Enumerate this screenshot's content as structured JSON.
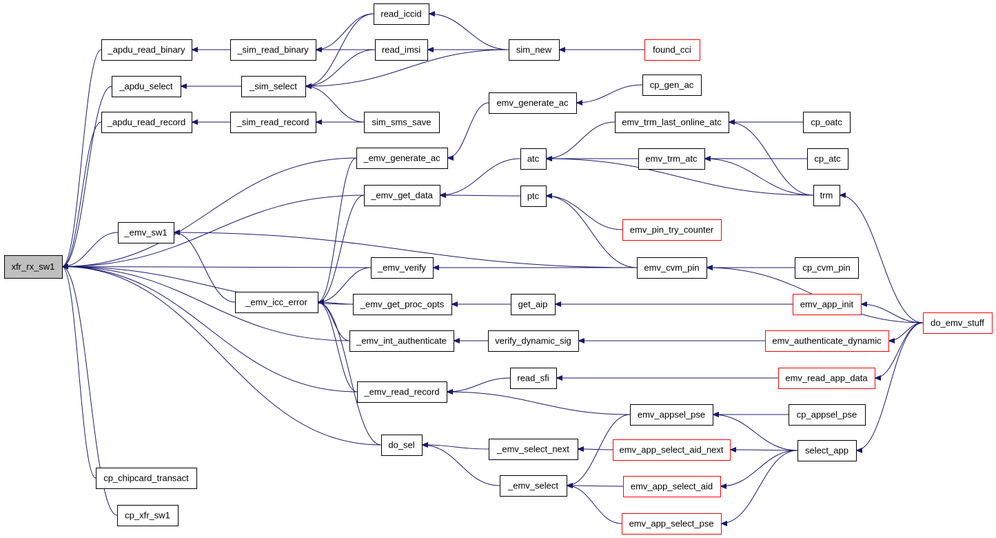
{
  "colors": {
    "edge": "#191970",
    "node_border": "#000000",
    "node_border_external": "#ff0000",
    "root_fill": "#bfbfbf",
    "node_fill": "#ffffff"
  },
  "nodes": {
    "xfr_rx_sw1": {
      "label": "xfr_rx_sw1",
      "kind": "root"
    },
    "_apdu_read_binary": {
      "label": "_apdu_read_binary",
      "kind": "normal"
    },
    "_apdu_select": {
      "label": "_apdu_select",
      "kind": "normal"
    },
    "_apdu_read_record": {
      "label": "_apdu_read_record",
      "kind": "normal"
    },
    "_emv_sw1": {
      "label": "_emv_sw1",
      "kind": "normal"
    },
    "cp_chipcard_transact": {
      "label": "cp_chipcard_transact",
      "kind": "normal"
    },
    "cp_xfr_sw1": {
      "label": "cp_xfr_sw1",
      "kind": "normal"
    },
    "_sim_read_binary": {
      "label": "_sim_read_binary",
      "kind": "normal"
    },
    "_sim_select": {
      "label": "_sim_select",
      "kind": "normal"
    },
    "_sim_read_record": {
      "label": "_sim_read_record",
      "kind": "normal"
    },
    "_emv_icc_error": {
      "label": "_emv_icc_error",
      "kind": "normal"
    },
    "read_iccid": {
      "label": "read_iccid",
      "kind": "normal"
    },
    "read_imsi": {
      "label": "read_imsi",
      "kind": "normal"
    },
    "sim_sms_save": {
      "label": "sim_sms_save",
      "kind": "normal"
    },
    "_emv_generate_ac": {
      "label": "_emv_generate_ac",
      "kind": "normal"
    },
    "_emv_get_data": {
      "label": "_emv_get_data",
      "kind": "normal"
    },
    "_emv_verify": {
      "label": "_emv_verify",
      "kind": "normal"
    },
    "_emv_get_proc_opts": {
      "label": "_emv_get_proc_opts",
      "kind": "normal"
    },
    "_emv_int_authenticate": {
      "label": "_emv_int_authenticate",
      "kind": "normal"
    },
    "_emv_read_record": {
      "label": "_emv_read_record",
      "kind": "normal"
    },
    "do_sel": {
      "label": "do_sel",
      "kind": "normal"
    },
    "emv_generate_ac": {
      "label": "emv_generate_ac",
      "kind": "normal"
    },
    "sim_new": {
      "label": "sim_new",
      "kind": "normal"
    },
    "atc": {
      "label": "atc",
      "kind": "normal"
    },
    "ptc": {
      "label": "ptc",
      "kind": "normal"
    },
    "get_aip": {
      "label": "get_aip",
      "kind": "normal"
    },
    "verify_dynamic_sig": {
      "label": "verify_dynamic_sig",
      "kind": "normal"
    },
    "read_sfi": {
      "label": "read_sfi",
      "kind": "normal"
    },
    "_emv_select_next": {
      "label": "_emv_select_next",
      "kind": "normal"
    },
    "_emv_select": {
      "label": "_emv_select",
      "kind": "normal"
    },
    "found_cci": {
      "label": "found_cci",
      "kind": "external"
    },
    "cp_gen_ac": {
      "label": "cp_gen_ac",
      "kind": "normal"
    },
    "emv_trm_last_online_atc": {
      "label": "emv_trm_last_online_atc",
      "kind": "normal"
    },
    "emv_trm_atc": {
      "label": "emv_trm_atc",
      "kind": "normal"
    },
    "emv_pin_try_counter": {
      "label": "emv_pin_try_counter",
      "kind": "external"
    },
    "emv_cvm_pin": {
      "label": "emv_cvm_pin",
      "kind": "normal"
    },
    "emv_app_init": {
      "label": "emv_app_init",
      "kind": "external"
    },
    "emv_authenticate_dynamic": {
      "label": "emv_authenticate_dynamic",
      "kind": "external"
    },
    "emv_read_app_data": {
      "label": "emv_read_app_data",
      "kind": "external"
    },
    "emv_appsel_pse": {
      "label": "emv_appsel_pse",
      "kind": "normal"
    },
    "emv_app_select_aid_next": {
      "label": "emv_app_select_aid_next",
      "kind": "external"
    },
    "emv_app_select_aid": {
      "label": "emv_app_select_aid",
      "kind": "external"
    },
    "emv_app_select_pse": {
      "label": "emv_app_select_pse",
      "kind": "external"
    },
    "cp_oatc": {
      "label": "cp_oatc",
      "kind": "normal"
    },
    "cp_atc": {
      "label": "cp_atc",
      "kind": "normal"
    },
    "trm": {
      "label": "trm",
      "kind": "normal"
    },
    "cp_cvm_pin": {
      "label": "cp_cvm_pin",
      "kind": "normal"
    },
    "cp_appsel_pse": {
      "label": "cp_appsel_pse",
      "kind": "normal"
    },
    "select_app": {
      "label": "select_app",
      "kind": "normal"
    },
    "do_emv_stuff": {
      "label": "do_emv_stuff",
      "kind": "external"
    }
  },
  "edges": [
    [
      "_apdu_read_binary",
      "xfr_rx_sw1"
    ],
    [
      "_apdu_select",
      "xfr_rx_sw1"
    ],
    [
      "_apdu_read_record",
      "xfr_rx_sw1"
    ],
    [
      "_emv_generate_ac",
      "xfr_rx_sw1"
    ],
    [
      "_emv_get_data",
      "xfr_rx_sw1"
    ],
    [
      "_emv_sw1",
      "xfr_rx_sw1"
    ],
    [
      "_emv_verify",
      "xfr_rx_sw1"
    ],
    [
      "_emv_get_proc_opts",
      "xfr_rx_sw1"
    ],
    [
      "_emv_int_authenticate",
      "xfr_rx_sw1"
    ],
    [
      "_emv_read_record",
      "xfr_rx_sw1"
    ],
    [
      "do_sel",
      "xfr_rx_sw1"
    ],
    [
      "cp_chipcard_transact",
      "xfr_rx_sw1"
    ],
    [
      "cp_xfr_sw1",
      "xfr_rx_sw1"
    ],
    [
      "_sim_read_binary",
      "_apdu_read_binary"
    ],
    [
      "_sim_select",
      "_apdu_select"
    ],
    [
      "_sim_read_record",
      "_apdu_read_record"
    ],
    [
      "read_iccid",
      "_sim_read_binary"
    ],
    [
      "read_imsi",
      "_sim_read_binary"
    ],
    [
      "read_iccid",
      "_sim_select"
    ],
    [
      "read_imsi",
      "_sim_select"
    ],
    [
      "sim_new",
      "_sim_select"
    ],
    [
      "sim_sms_save",
      "_sim_select"
    ],
    [
      "sim_sms_save",
      "_sim_read_record"
    ],
    [
      "sim_new",
      "read_iccid"
    ],
    [
      "sim_new",
      "read_imsi"
    ],
    [
      "found_cci",
      "sim_new"
    ],
    [
      "_emv_icc_error",
      "_emv_sw1"
    ],
    [
      "emv_cvm_pin",
      "_emv_sw1"
    ],
    [
      "_emv_generate_ac",
      "_emv_icc_error"
    ],
    [
      "_emv_get_data",
      "_emv_icc_error"
    ],
    [
      "_emv_verify",
      "_emv_icc_error"
    ],
    [
      "_emv_get_proc_opts",
      "_emv_icc_error"
    ],
    [
      "_emv_int_authenticate",
      "_emv_icc_error"
    ],
    [
      "_emv_read_record",
      "_emv_icc_error"
    ],
    [
      "do_sel",
      "_emv_icc_error"
    ],
    [
      "emv_generate_ac",
      "_emv_generate_ac"
    ],
    [
      "cp_gen_ac",
      "emv_generate_ac"
    ],
    [
      "atc",
      "_emv_get_data"
    ],
    [
      "ptc",
      "_emv_get_data"
    ],
    [
      "emv_trm_last_online_atc",
      "atc"
    ],
    [
      "emv_trm_atc",
      "atc"
    ],
    [
      "trm",
      "atc"
    ],
    [
      "cp_oatc",
      "emv_trm_last_online_atc"
    ],
    [
      "cp_atc",
      "emv_trm_atc"
    ],
    [
      "trm",
      "emv_trm_last_online_atc"
    ],
    [
      "trm",
      "emv_trm_atc"
    ],
    [
      "emv_pin_try_counter",
      "ptc"
    ],
    [
      "emv_cvm_pin",
      "ptc"
    ],
    [
      "emv_cvm_pin",
      "_emv_verify"
    ],
    [
      "cp_cvm_pin",
      "emv_cvm_pin"
    ],
    [
      "do_emv_stuff",
      "emv_cvm_pin"
    ],
    [
      "do_emv_stuff",
      "trm"
    ],
    [
      "get_aip",
      "_emv_get_proc_opts"
    ],
    [
      "emv_app_init",
      "get_aip"
    ],
    [
      "do_emv_stuff",
      "emv_app_init"
    ],
    [
      "verify_dynamic_sig",
      "_emv_int_authenticate"
    ],
    [
      "emv_authenticate_dynamic",
      "verify_dynamic_sig"
    ],
    [
      "do_emv_stuff",
      "emv_authenticate_dynamic"
    ],
    [
      "read_sfi",
      "_emv_read_record"
    ],
    [
      "emv_appsel_pse",
      "_emv_read_record"
    ],
    [
      "emv_read_app_data",
      "read_sfi"
    ],
    [
      "do_emv_stuff",
      "emv_read_app_data"
    ],
    [
      "_emv_select_next",
      "do_sel"
    ],
    [
      "_emv_select",
      "do_sel"
    ],
    [
      "emv_app_select_aid_next",
      "_emv_select_next"
    ],
    [
      "emv_appsel_pse",
      "_emv_select"
    ],
    [
      "emv_app_select_aid",
      "_emv_select"
    ],
    [
      "emv_app_select_pse",
      "_emv_select"
    ],
    [
      "cp_appsel_pse",
      "emv_appsel_pse"
    ],
    [
      "select_app",
      "emv_appsel_pse"
    ],
    [
      "select_app",
      "emv_app_select_aid_next"
    ],
    [
      "select_app",
      "emv_app_select_aid"
    ],
    [
      "select_app",
      "emv_app_select_pse"
    ],
    [
      "do_emv_stuff",
      "select_app"
    ]
  ]
}
